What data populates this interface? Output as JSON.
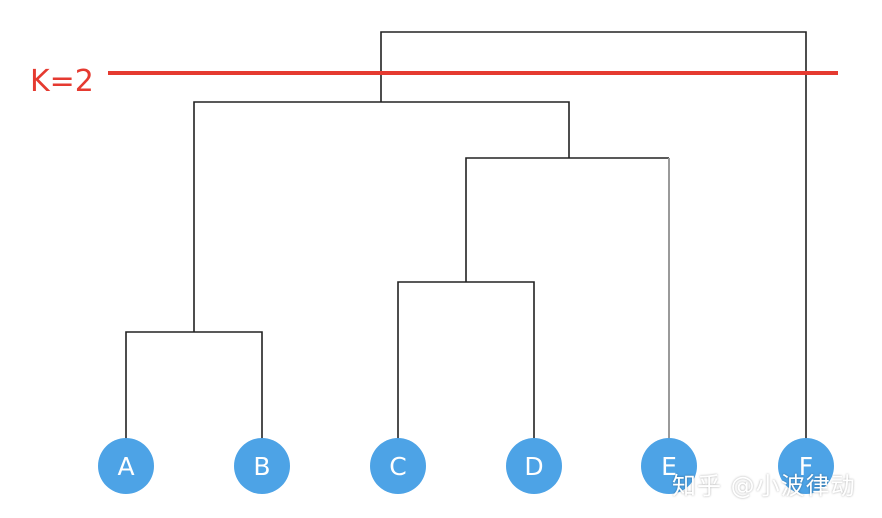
{
  "colors": {
    "node_fill": "#4da3e6",
    "cut_line": "#e53a30",
    "tree_line": "#222222",
    "tree_line_grey": "#9a9a9a"
  },
  "cut": {
    "label": "K=2"
  },
  "leaves": [
    {
      "id": "A",
      "label": "A"
    },
    {
      "id": "B",
      "label": "B"
    },
    {
      "id": "C",
      "label": "C"
    },
    {
      "id": "D",
      "label": "D"
    },
    {
      "id": "E",
      "label": "E"
    },
    {
      "id": "F",
      "label": "F"
    }
  ],
  "merges": [
    {
      "id": "AB",
      "children": [
        "A",
        "B"
      ]
    },
    {
      "id": "CD",
      "children": [
        "C",
        "D"
      ]
    },
    {
      "id": "CDE",
      "children": [
        "CD",
        "E"
      ]
    },
    {
      "id": "ABCDE",
      "children": [
        "AB",
        "CDE"
      ]
    },
    {
      "id": "root",
      "children": [
        "ABCDE",
        "F"
      ]
    }
  ],
  "watermark": "知乎 @小波律动"
}
